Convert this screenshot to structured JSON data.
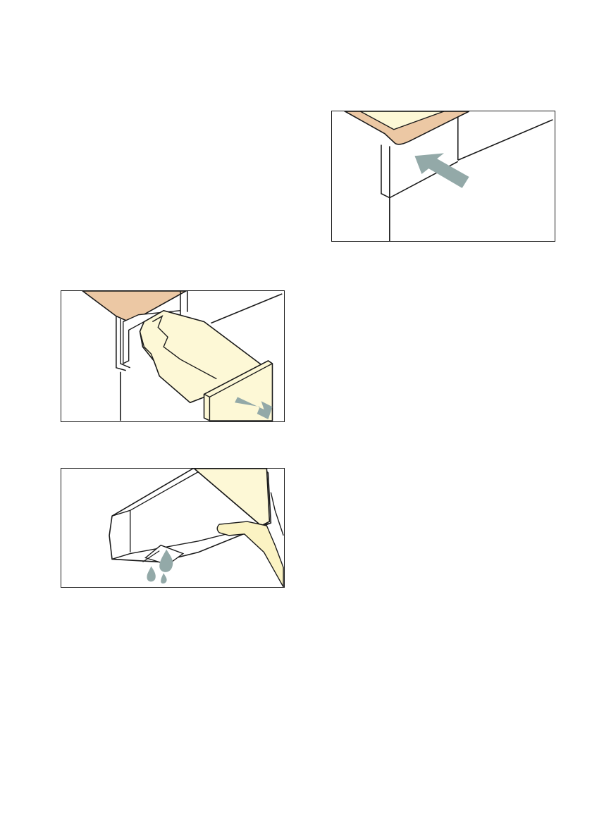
{
  "figures": [
    {
      "id": "insert-container",
      "icon": "arrow-push-in-icon"
    },
    {
      "id": "pull-out-container",
      "icon": "arrow-pull-out-icon"
    },
    {
      "id": "drain-container",
      "icon": "water-drop-icon"
    }
  ],
  "colors": {
    "appliance_top": "#ecc8a4",
    "container": "#fdf8d6",
    "arrow": "#93a9a8",
    "hand": "#fbf3c3",
    "line": "#1a1a1a"
  }
}
